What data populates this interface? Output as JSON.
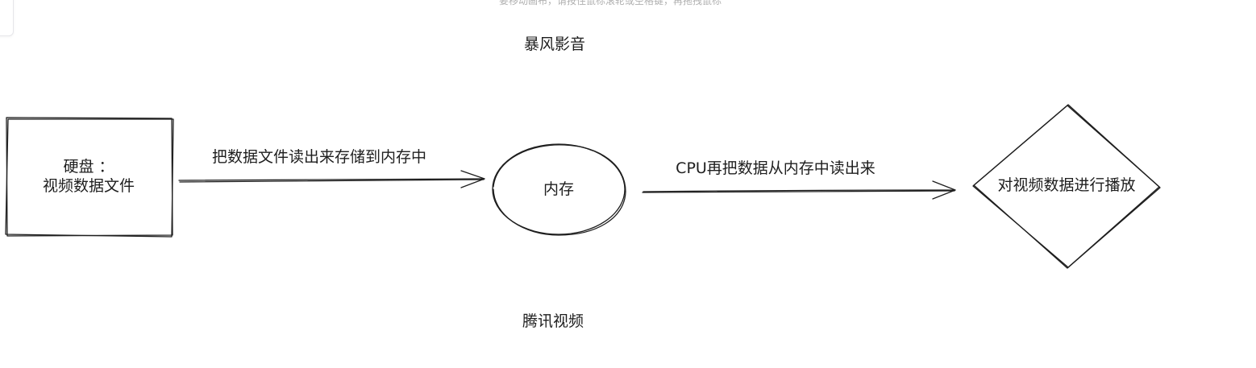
{
  "canvas": {
    "hint": "要移动画布，请按住鼠标滚轮或空格键，再拖拽鼠标",
    "stroke_color": "#1e1e1e",
    "background": "#ffffff"
  },
  "nodes": {
    "disk_line1": "硬盘 ：",
    "disk_line2": "视频数据文件",
    "memory": "内存",
    "playback": "对视频数据进行播放"
  },
  "edges": {
    "disk_to_memory": "把数据文件读出来存储到内存中",
    "memory_to_playback": "CPU再把数据从内存中读出来"
  },
  "floating_labels": {
    "top": "暴风影音",
    "bottom": "腾讯视频"
  }
}
